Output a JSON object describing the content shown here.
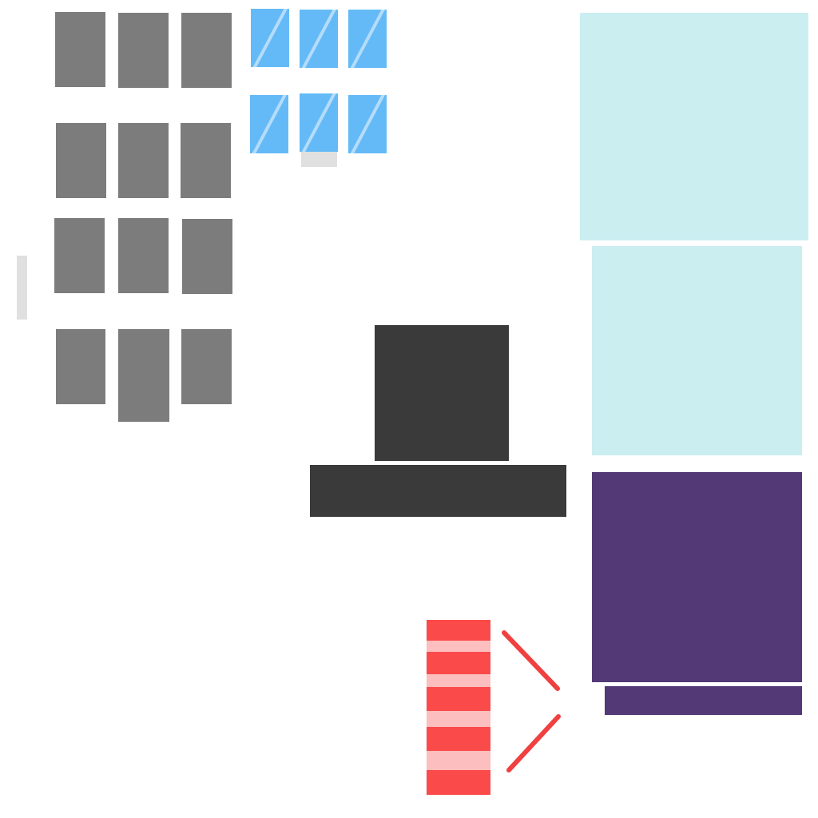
{
  "scene": {
    "colors": {
      "background": "#ffffff",
      "tile": "#7c7c7c",
      "glass": "#64baf6",
      "glass_highlight": "#b4dcfb",
      "light_block": "#cbeef1",
      "dark_block": "#3a3a3a",
      "purple_block": "#533a77",
      "grey_bar": "#e0e0e0",
      "stripe_red": "#fb4a4a",
      "stripe_pink": "#fcbebe",
      "red_line": "#f04040"
    },
    "tile_grid": {
      "rows": 4,
      "columns": 3
    },
    "glass_grid": {
      "rows": 2,
      "columns": 3
    },
    "striped_column": {
      "stripes": 4
    }
  }
}
